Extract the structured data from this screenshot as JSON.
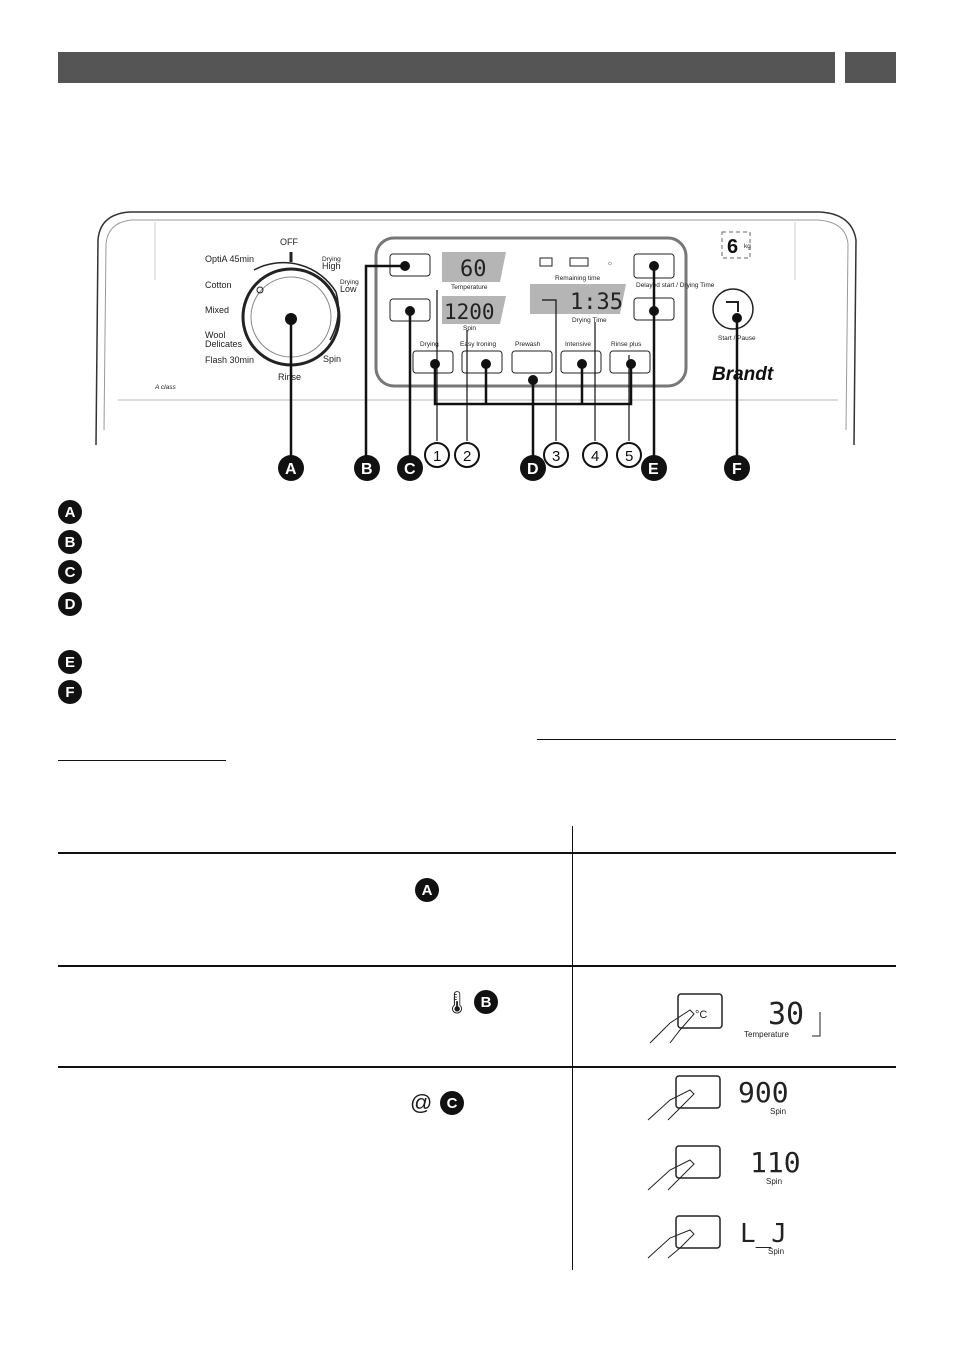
{
  "dial": {
    "off": "OFF",
    "optia": "OptiA 45min",
    "cotton": "Cotton",
    "mixed": "Mixed",
    "wool": "Wool",
    "delicates": "Delicates",
    "flash": "Flash 30min",
    "drying": "Drying",
    "high": "High",
    "drying2": "Drying",
    "low": "Low",
    "spin": "Spin",
    "rinse": "Rinse",
    "energy": "A class"
  },
  "display": {
    "temperature_value": "60",
    "temperature_label": "Temperature",
    "spin_value": "1200",
    "spin_label": "Spin",
    "time_value": "1:35",
    "remaining_label": "Remaining time",
    "drying_time_label": "Drying Time"
  },
  "options": {
    "drying": "Drying",
    "easy_ironing": "Easy Ironing",
    "prewash": "Prewash",
    "intensive": "Intensive",
    "rinse_plus": "Rinse plus"
  },
  "side_buttons": {
    "delay": "Delayed start / Drying Time",
    "start": "Start / Pause"
  },
  "capacity": {
    "value": "6",
    "unit": "kg"
  },
  "brand": "Brandt",
  "callouts": {
    "letters": [
      "A",
      "B",
      "C",
      "D",
      "E",
      "F"
    ],
    "numbers": [
      "1",
      "2",
      "3",
      "4",
      "5"
    ]
  },
  "legend": [
    "A",
    "B",
    "C",
    "D",
    "E",
    "F"
  ],
  "table": {
    "row1_badge": "A",
    "row2_badge": "B",
    "row3_badge": "C",
    "row2_display": "30",
    "row2_display_label": "Temperature",
    "row3_displays": [
      {
        "value": "900",
        "label": "Spin"
      },
      {
        "value": "110",
        "label": "Spin"
      },
      {
        "value": "L_J",
        "label": "Spin"
      }
    ]
  }
}
